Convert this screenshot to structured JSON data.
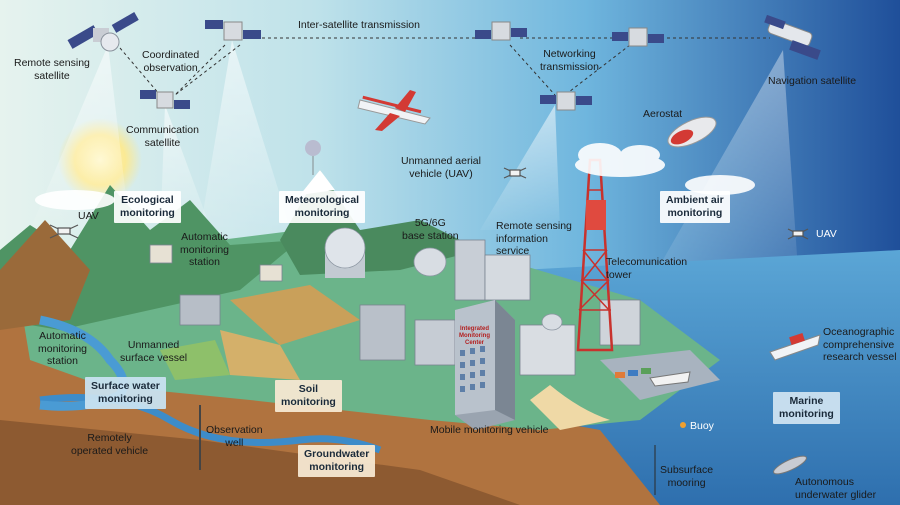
{
  "labels": {
    "remote_sensing_satellite": "Remote sensing\nsatellite",
    "coordinated_observation": "Coordinated\nobservation",
    "inter_satellite_transmission": "Inter-satellite transmission",
    "networking_transmission": "Networking\ntransmission",
    "navigation_satellite": "Navigation satellite",
    "communication_satellite": "Communication\nsatellite",
    "aerostat": "Aerostat",
    "uav_left": "UAV",
    "uav_right": "UAV",
    "unmanned_aerial_vehicle": "Unmanned aerial\nvehicle (UAV)",
    "automatic_monitoring_station_top": "Automatic\nmonitoring\nstation",
    "base_station": "5G/6G\nbase station",
    "remote_sensing_information_service": "Remote sensing\ninformation\nservice",
    "telecommunication_tower": "Telecomunication\ntower",
    "automatic_monitoring_station_left": "Automatic\nmonitoring\nstation",
    "unmanned_surface_vessel": "Unmanned\nsurface vessel",
    "oceanographic_research_vessel": "Oceanographic\ncomprehensive\nresearch vessel",
    "remotely_operated_vehicle": "Remotely\noperated vehicle",
    "observation_well": "Observation\nwell",
    "mobile_monitoring_vehicle": "Mobile monitoring vehicle",
    "buoy": "Buoy",
    "subsurface_mooring": "Subsurface\nmooring",
    "autonomous_underwater_glider": "Autonomous\nunderwater glider",
    "integrated_center_sign": "Integrated\nMonitoring\nCenter"
  },
  "categories": {
    "ecological": "Ecological\nmonitoring",
    "meteorological": "Meteorological\nmonitoring",
    "ambient_air": "Ambient air\nmonitoring",
    "surface_water": "Surface water\nmonitoring",
    "soil": "Soil\nmonitoring",
    "groundwater": "Groundwater\nmonitoring",
    "marine": "Marine\nmonitoring"
  },
  "colors": {
    "sky_left": "#dff0f0",
    "sky_right": "#1f4f9a",
    "ocean": "#3e86c2",
    "land": "#6bb48a",
    "soil": "#b7743e",
    "mountain": "#4a8a5e",
    "tower_red": "#c8322d"
  }
}
